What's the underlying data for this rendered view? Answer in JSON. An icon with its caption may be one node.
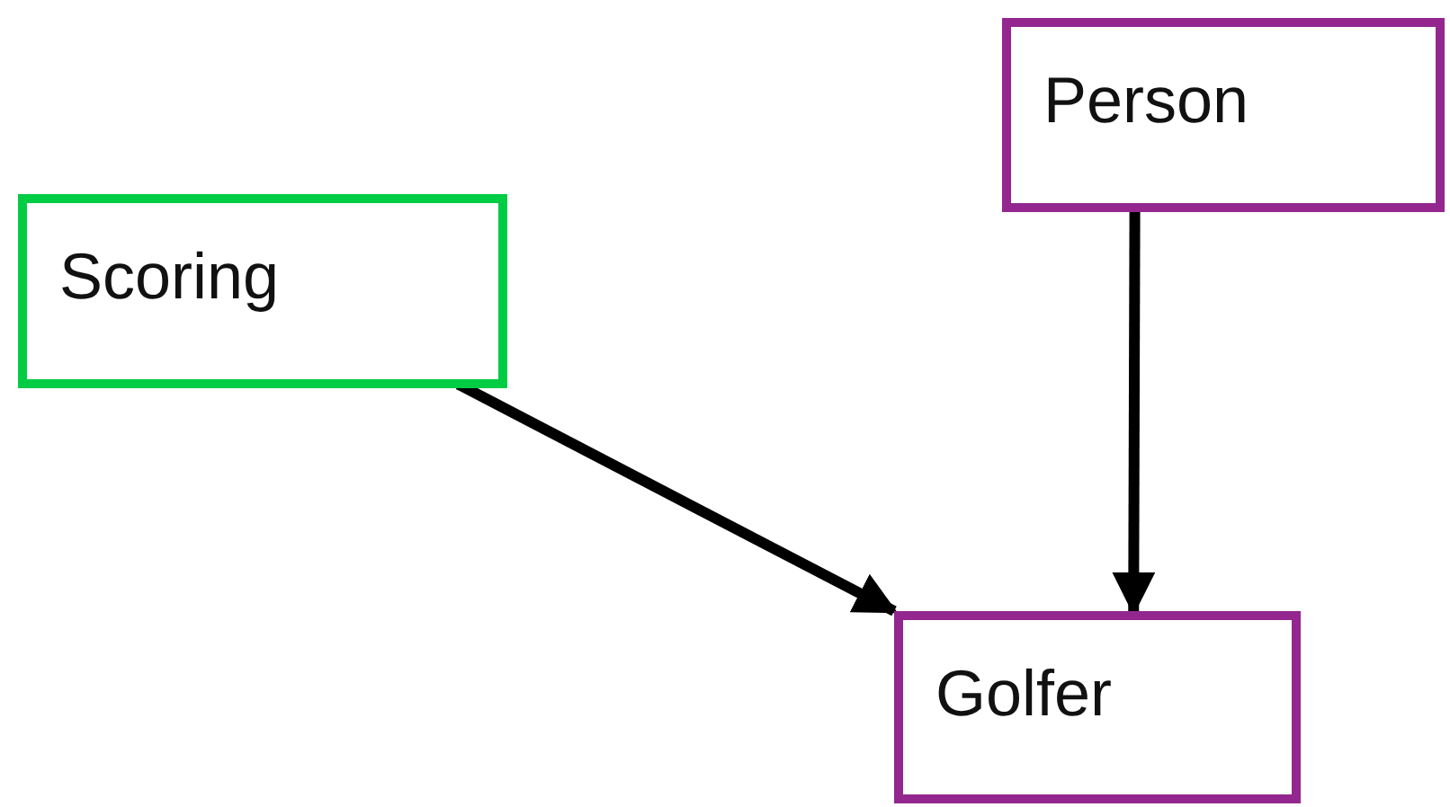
{
  "diagram": {
    "nodes": [
      {
        "text": [
          "Person"
        ]
      },
      {
        "text": [
          "Scoring"
        ]
      },
      {
        "text": [
          "Golfer"
        ]
      }
    ],
    "edges": [
      {
        "from": 1,
        "to": 2,
        "arrow": "to"
      },
      {
        "from": 0,
        "to": 2,
        "arrow": "to"
      }
    ]
  }
}
